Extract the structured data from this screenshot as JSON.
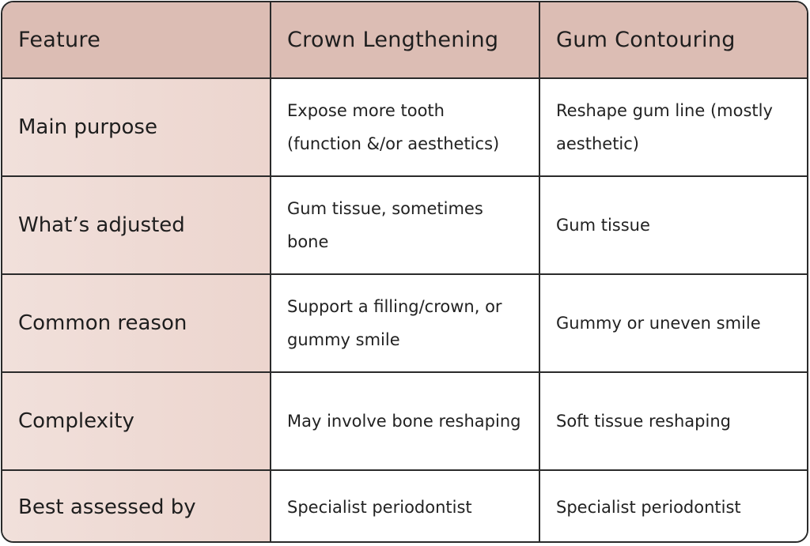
{
  "table": {
    "headers": [
      "Feature",
      "Crown Lengthening",
      "Gum Contouring"
    ],
    "rows": [
      {
        "feature": "Main purpose",
        "crown_lengthening": "Expose more tooth (function &/or aesthetics)",
        "gum_contouring": "Reshape gum line (mostly aesthetic)"
      },
      {
        "feature": "What’s adjusted",
        "crown_lengthening": "Gum tissue, sometimes bone",
        "gum_contouring": "Gum tissue"
      },
      {
        "feature": "Common reason",
        "crown_lengthening": "Support a filling/crown, or gummy smile",
        "gum_contouring": "Gummy or uneven smile"
      },
      {
        "feature": "Complexity",
        "crown_lengthening": "May involve bone reshaping",
        "gum_contouring": "Soft tissue reshaping"
      },
      {
        "feature": "Best assessed by",
        "crown_lengthening": "Specialist periodontist",
        "gum_contouring": "Specialist periodontist"
      }
    ]
  },
  "colors": {
    "header_bg": "#dcbdb4",
    "label_bg": "#efdbd5",
    "border": "#2a2a2a"
  }
}
